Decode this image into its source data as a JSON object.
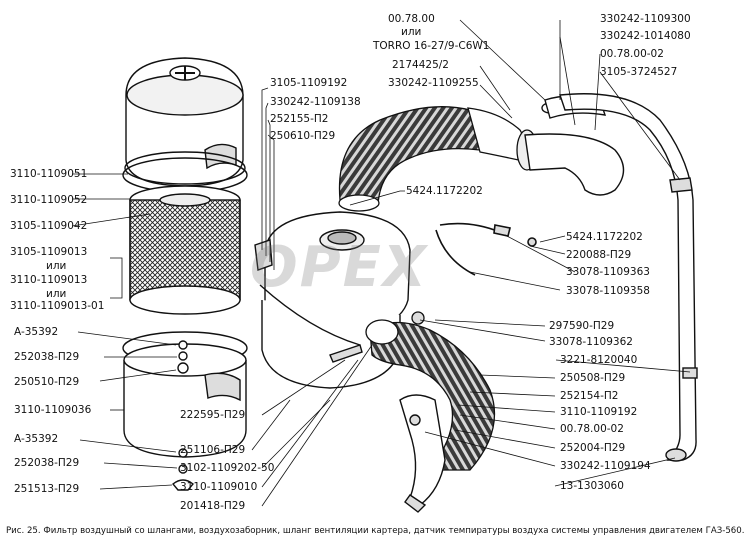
{
  "watermark": "OPEX",
  "caption": "Рис. 25. Фильтр воздушный со шлангами, воздухозаборник, шланг вентиляции картера, датчик темпиратуры воздуха системы управления двигателем ГАЗ-560.",
  "labels": {
    "l_3110_1109051": "3110-1109051",
    "l_3110_1109052": "3110-1109052",
    "l_3105_1109042": "3105-1109042",
    "l_3105_1109013": "3105-1109013",
    "l_ili_1": "или",
    "l_3110_1109013": "3110-1109013",
    "l_ili_2": "или",
    "l_3110_1109013_01": "3110-1109013-01",
    "l_a35392_1": "A-35392",
    "l_252038_1": "252038-П29",
    "l_250510": "250510-П29",
    "l_3110_1109036": "3110-1109036",
    "l_a35392_2": "A-35392",
    "l_252038_2": "252038-П29",
    "l_251513": "251513-П29",
    "l_3105_1109192": "3105-1109192",
    "l_330242_1109138": "330242-1109138",
    "l_252155": "252155-П2",
    "l_250610": "250610-П29",
    "l_5424_1172202_a": "5424.1172202",
    "l_007800": "00.78.00",
    "l_ili_3": "или",
    "l_torro": "TORRO 16-27/9-C6W1",
    "l_2174425": "2174425/2",
    "l_330242_1109255": "330242-1109255",
    "l_330242_1109300": "330242-1109300",
    "l_330242_1014080": "330242-1014080",
    "l_00780002_top": "00.78.00-02",
    "l_3105_3724527": "3105-3724527",
    "l_5424_1172202_b": "5424.1172202",
    "l_220088": "220088-П29",
    "l_33078_1109363": "33078-1109363",
    "l_33078_1109358": "33078-1109358",
    "l_297590": "297590-П29",
    "l_33078_1109362": "33078-1109362",
    "l_3221_8120040": "3221-8120040",
    "l_250508": "250508-П29",
    "l_252154": "252154-П2",
    "l_3110_1109192": "3110-1109192",
    "l_00780002_bot": "00.78.00-02",
    "l_252004": "252004-П29",
    "l_330242_1109194": "330242-1109194",
    "l_13_1303060": "13-1303060",
    "l_222595": "222595-П29",
    "l_251106": "251106-П29",
    "l_3102_1109202_50": "3102-1109202-50",
    "l_3110_1109010": "3110-1109010",
    "l_201418": "201418-П29"
  }
}
